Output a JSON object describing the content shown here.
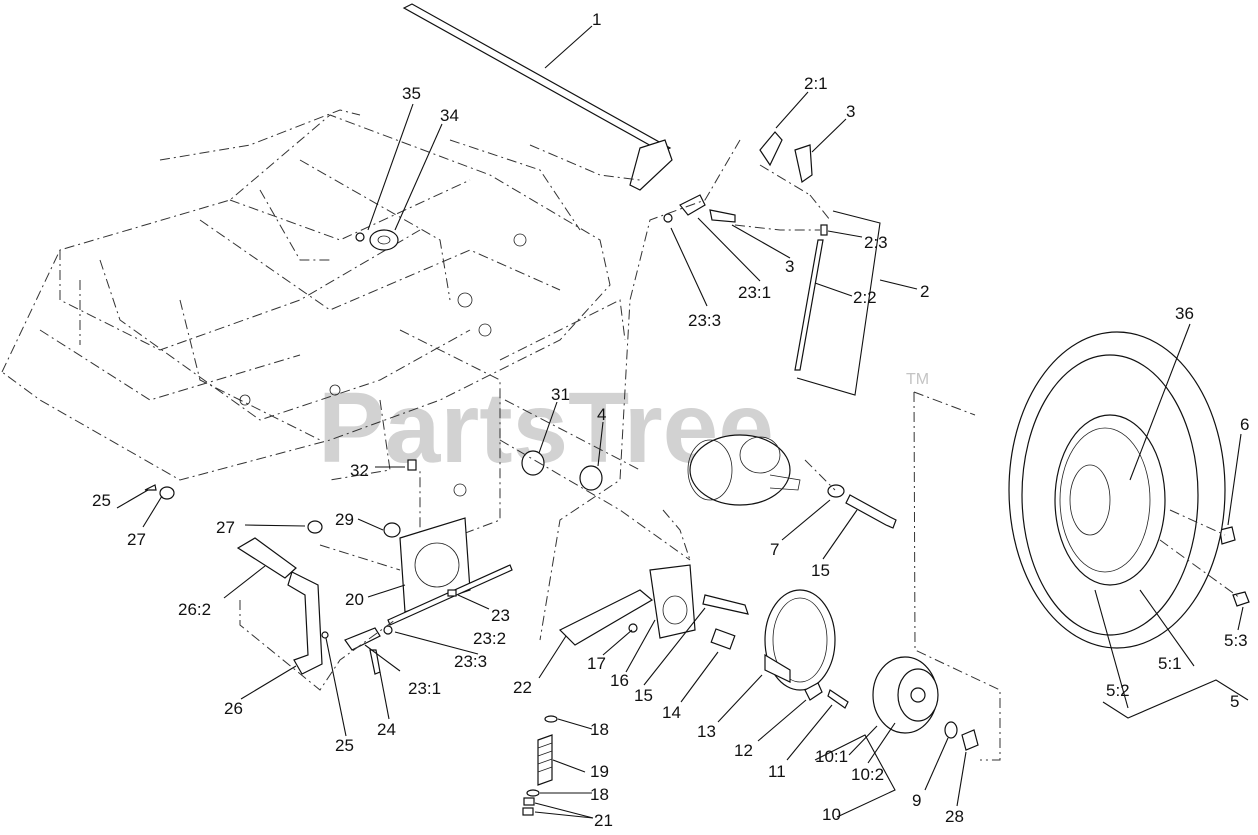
{
  "watermark": {
    "text": "PartsTree",
    "tm": "TM"
  },
  "callouts": {
    "c1": "1",
    "c2_1": "2:1",
    "c3a": "3",
    "c2_3": "2:3",
    "c3b": "3",
    "c2_2": "2:2",
    "c2": "2",
    "c23_1a": "23:1",
    "c23_3a": "23:3",
    "c35": "35",
    "c34": "34",
    "c36": "36",
    "c31": "31",
    "c4": "4",
    "c6": "6",
    "c7": "7",
    "c15a": "15",
    "c32": "32",
    "c29": "29",
    "c25a": "25",
    "c27a": "27",
    "c27b": "27",
    "c26_2": "26:2",
    "c20": "20",
    "c23": "23",
    "c23_2": "23:2",
    "c23_3b": "23:3",
    "c23_1b": "23:1",
    "c26": "26",
    "c25b": "25",
    "c24": "24",
    "c22": "22",
    "c17": "17",
    "c16": "16",
    "c15b": "15",
    "c14": "14",
    "c13": "13",
    "c12": "12",
    "c11": "11",
    "c10_1": "10:1",
    "c10_2": "10:2",
    "c10": "10",
    "c9": "9",
    "c28": "28",
    "c18a": "18",
    "c19": "19",
    "c18b": "18",
    "c21": "21",
    "c5_3": "5:3",
    "c5_1": "5:1",
    "c5_2": "5:2",
    "c5": "5"
  }
}
